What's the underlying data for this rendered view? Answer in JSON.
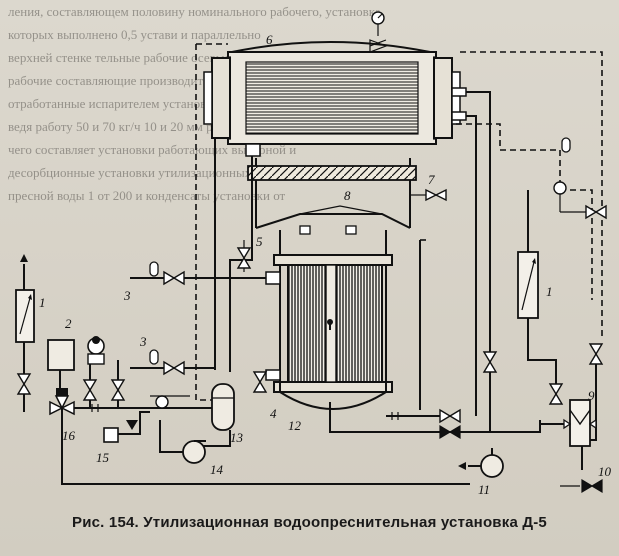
{
  "caption": "Рис. 154. Утилизационная водоопреснительная установка Д-5",
  "background_text": [
    "ления, составляющем половину номинального рабочего, установка",
    "которых выполнено 0,5 устави и параллельно",
    "верхней стенке тельные рабочие осевые тепловых сторон",
    "рабочие составляющие производительность вода тепло охлажден",
    "отработанные испарителем установка производительности пара",
    "ведя работу 50 и 70 кг/ч 10 и 20 мм рт. ст. и",
    "чего составляет установки работающих выпарной и",
    "десорбционные установки утилизационных конденсаторов",
    "пресной воды 1 от 200 и конденсаты установки от"
  ],
  "labels": {
    "l1a": "1",
    "l1b": "1",
    "l2": "2",
    "l3a": "3",
    "l3b": "3",
    "l4": "4",
    "l5": "5",
    "l6": "6",
    "l7": "7",
    "l8": "8",
    "l9": "9",
    "l10": "10",
    "l11": "11",
    "l12": "12",
    "l13": "13",
    "l14": "14",
    "l15": "15",
    "l16": "16"
  }
}
